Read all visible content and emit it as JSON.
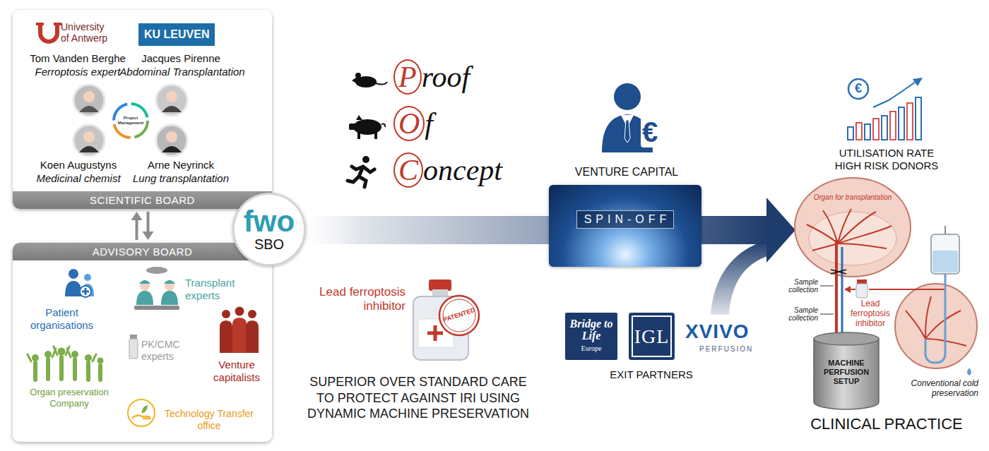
{
  "diagram": {
    "nodes": [
      {
        "text": [
          "SCIENTIFIC BOARD"
        ]
      },
      {
        "text": [
          "KU LEUVEN"
        ],
        "in": 0
      },
      {
        "text": [
          "ADVISORY BOARD"
        ]
      },
      {
        "text": [
          "fwo",
          "SBO"
        ]
      },
      {
        "text": [
          "SPIN-OFF"
        ]
      },
      {
        "text": [
          "Bridge to Life",
          "Europe"
        ]
      },
      {
        "text": [
          "IGL"
        ]
      },
      {
        "text": [
          "MACHINE PERFUSION SETUP"
        ]
      }
    ],
    "edges": [
      {
        "from": 0,
        "to": 2,
        "arrow": "both"
      }
    ],
    "labels": [
      "University of Antwerp",
      "Tom Vanden Berghe",
      "Ferroptosis expert",
      "Jacques Pirenne",
      "Abdominal Transplantation",
      "Project Management",
      "Koen Augustyns",
      "Medicinal chemist",
      "Arne Neyrinck",
      "Lung transplantation",
      "Patient organisations",
      "Transplant experts",
      "PK/CMC experts",
      "Venture capitalists",
      "Organ preservation Company",
      "Technology Transfer office",
      "Proof",
      "Of",
      "Concept",
      "Lead ferroptosis inhibitor",
      "PATENTED",
      "SUPERIOR OVER STANDARD CARE TO PROTECT AGAINST IRI USING DYNAMIC MACHINE PRESERVATION",
      "VENTURE CAPITAL",
      "€",
      "EXIT PARTNERS",
      "XVIVO",
      "PERFUSION",
      "€",
      "UTILISATION RATE HIGH RISK DONORS",
      "Organ for transplantation",
      "Sample collection",
      "Sample collection",
      "Lead ferroptosis inhibitor",
      "Conventional cold preservation",
      "CLINICAL PRACTICE"
    ]
  }
}
